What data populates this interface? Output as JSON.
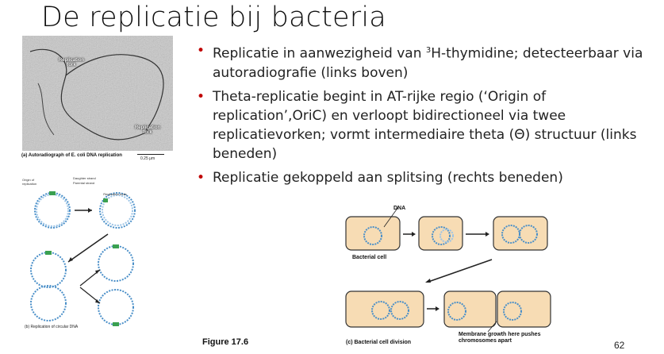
{
  "title": "De replicatie bij bacteria",
  "bullets": [
    {
      "prefix": "Replicatie in aanwezigheid van ",
      "sup": "3",
      "suffix": "H-thymidine; detecteerbaar via autoradiografie (links boven)"
    },
    {
      "text": "Theta-replicatie begint in AT-rijke regio (‘Origin of replication’,OriC) en verloopt bidirectioneel via twee replicatievorken; vormt intermediaire theta (Θ) structuur (links beneden)"
    },
    {
      "text": "Replicatie gekoppeld aan splitsing (rechts beneden)"
    }
  ],
  "figure_a": {
    "caption": "(a) Autoradiograph of E. coli DNA replication",
    "scale": "0.25 μm",
    "fork_label_1": "Replication fork",
    "fork_label_2": "Replication fork"
  },
  "figure_b": {
    "caption": "(b) Replication of circular DNA",
    "origin_label": "Origin of replication",
    "daughter_label": "Daughter strand",
    "parental_label": "Parental strand",
    "forks_label": "Replication forks"
  },
  "figure_c": {
    "dna_label": "DNA",
    "cell_label": "Bacterial cell",
    "caption": "(c) Bacterial cell division",
    "membrane_note": "Membrane growth here pushes chromosomes apart"
  },
  "figure_label": "Figure 17.6",
  "page_number": "62",
  "colors": {
    "bullet": "#c00000",
    "cell_fill": "#f7dcb4",
    "dna": "#4a8fc8",
    "origin": "#3aa050"
  }
}
